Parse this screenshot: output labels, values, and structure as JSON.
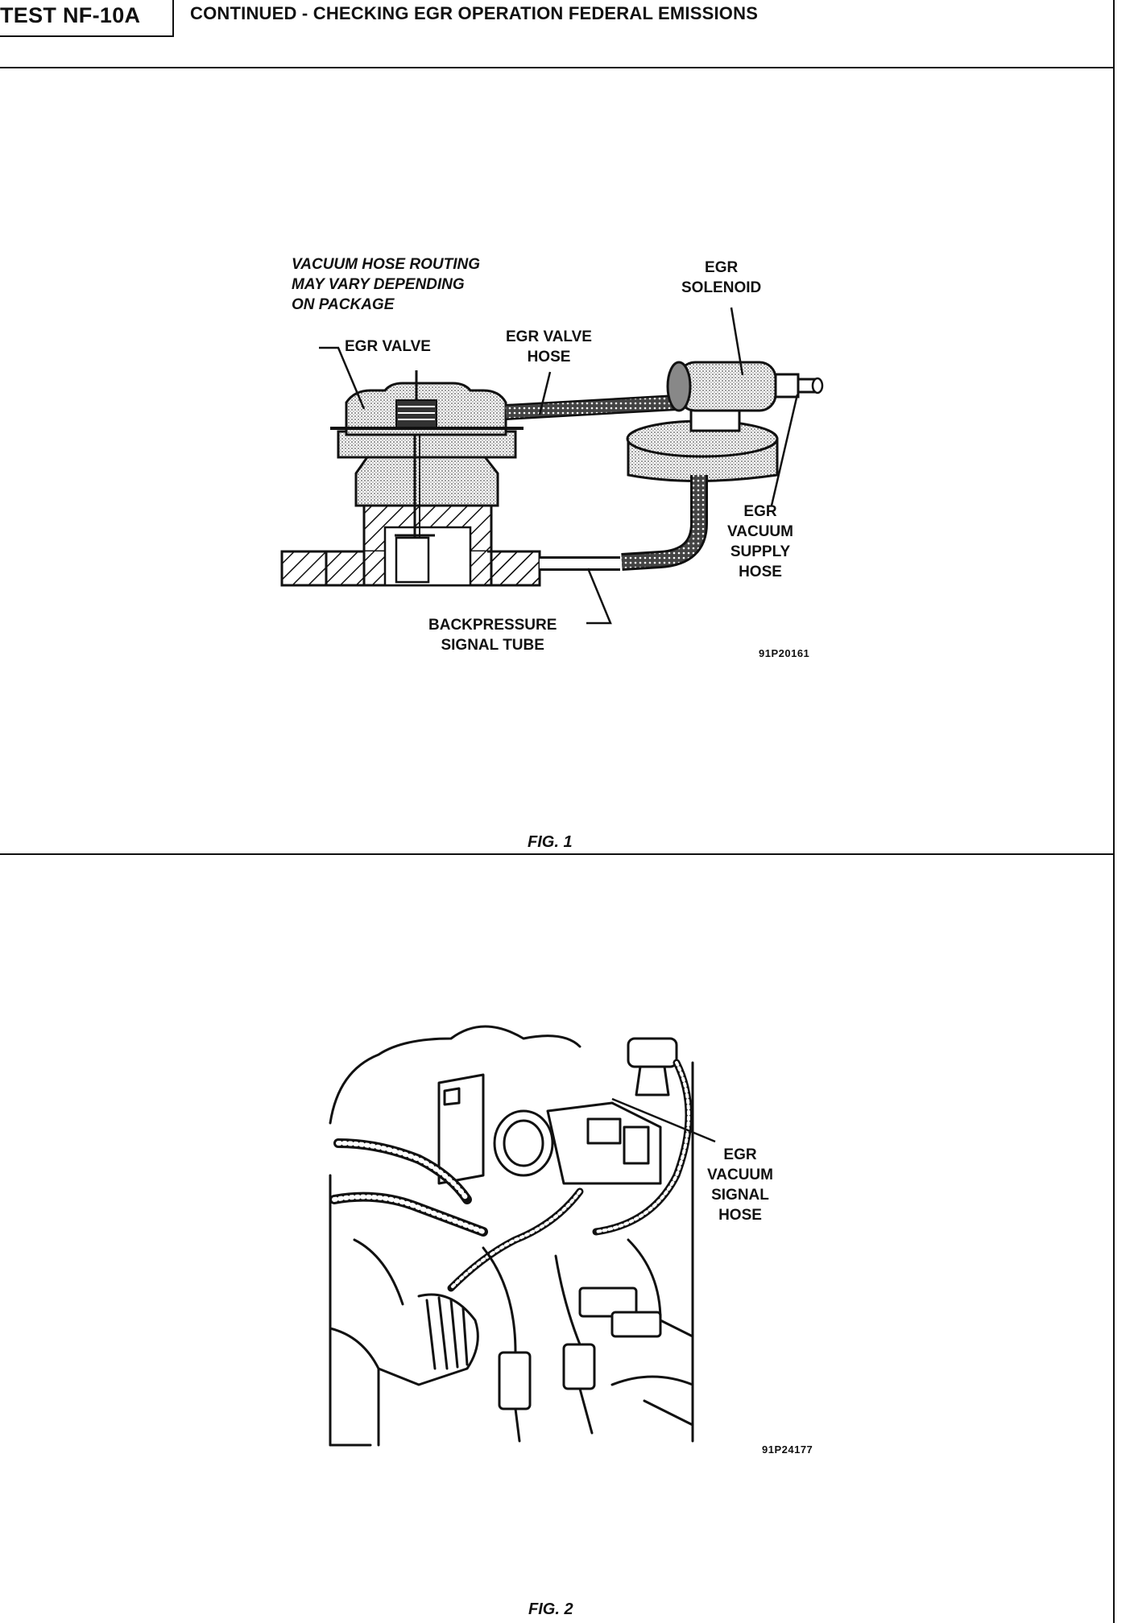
{
  "header": {
    "test_id": "TEST NF-10A",
    "title": "CONTINUED - CHECKING EGR OPERATION FEDERAL EMISSIONS"
  },
  "figure1": {
    "note": [
      "VACUUM HOSE ROUTING",
      "MAY VARY DEPENDING",
      "ON PACKAGE"
    ],
    "labels": {
      "egr_valve": "EGR VALVE",
      "egr_valve_hose": [
        "EGR VALVE",
        "HOSE"
      ],
      "egr_solenoid": [
        "EGR",
        "SOLENOID"
      ],
      "egr_vacuum_supply_hose": [
        "EGR",
        "VACUUM",
        "SUPPLY",
        "HOSE"
      ],
      "backpressure_signal_tube": [
        "BACKPRESSURE",
        "SIGNAL TUBE"
      ]
    },
    "code": "91P20161",
    "caption": "FIG. 1"
  },
  "figure2": {
    "labels": {
      "egr_vacuum_signal_hose": [
        "EGR",
        "VACUUM",
        "SIGNAL",
        "HOSE"
      ]
    },
    "code": "91P24177",
    "caption": "FIG. 2"
  },
  "colors": {
    "ink": "#111111",
    "paper": "#ffffff"
  }
}
